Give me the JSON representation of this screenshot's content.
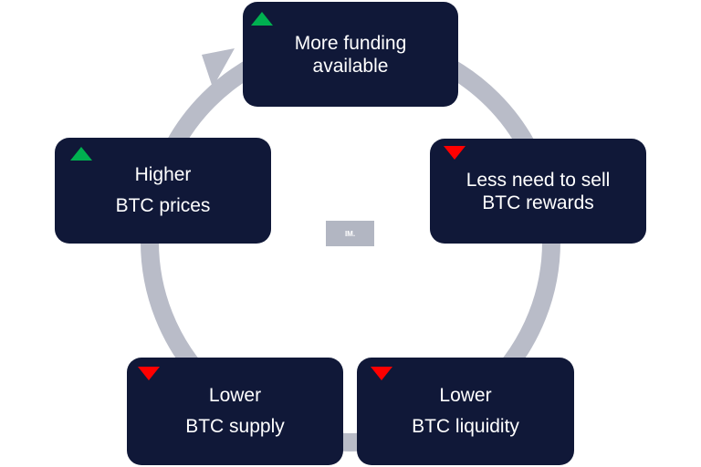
{
  "diagram": {
    "nodes": [
      {
        "id": "more-funding",
        "lines": [
          "More funding",
          "available"
        ],
        "trend": "up"
      },
      {
        "id": "less-need-to-sell",
        "lines": [
          "Less need to sell",
          "BTC rewards"
        ],
        "trend": "down"
      },
      {
        "id": "lower-liquidity",
        "lines": [
          "Lower",
          "BTC liquidity"
        ],
        "trend": "down"
      },
      {
        "id": "lower-supply",
        "lines": [
          "Lower",
          "BTC supply"
        ],
        "trend": "down"
      },
      {
        "id": "higher-prices",
        "lines": [
          "Higher",
          "BTC prices"
        ],
        "trend": "up"
      }
    ],
    "logo_text": "IM.",
    "colors": {
      "box": "#101838",
      "ring": "#b9bcc8",
      "trend_up": "#00b050",
      "trend_down": "#ff0000"
    }
  }
}
